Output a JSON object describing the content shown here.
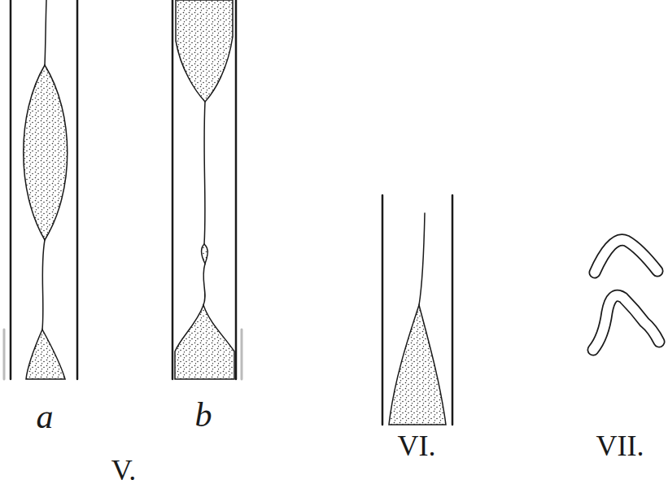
{
  "diagram": {
    "labels": [
      "a",
      "b",
      "V.",
      "VI.",
      "VII."
    ]
  }
}
